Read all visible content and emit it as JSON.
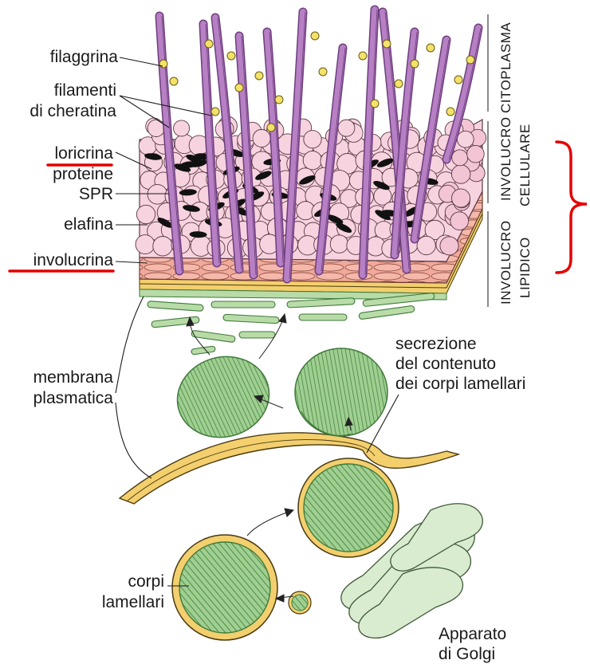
{
  "labels": {
    "filaggrina": "filaggrina",
    "filamenti_1": "filamenti",
    "filamenti_2": "di cheratina",
    "loricrina": "loricrina",
    "proteine_1": "proteine",
    "proteine_2": "SPR",
    "elafina": "elafina",
    "involucrina": "involucrina",
    "membrana_1": "membrana",
    "membrana_2": "plasmatica",
    "secrezione_1": "secrezione",
    "secrezione_2": "del contenuto",
    "secrezione_3": "dei corpi lamellari",
    "corpi_1": "corpi",
    "corpi_2": "lamellari",
    "apparato_1": "Apparato",
    "apparato_2": "di Golgi"
  },
  "side_labels": {
    "citoplasma": "CITOPLASMA",
    "involucro_cell_1": "INVOLUCRO",
    "involucro_cell_2": "CELLULARE",
    "involucro_lip_1": "INVOLUCRO",
    "involucro_lip_2": "LIPIDICO"
  },
  "colors": {
    "filament": "#b77fc4",
    "filament_dark": "#6d3f7d",
    "granule": "#f3e26a",
    "protein": "#f7d3df",
    "protein_edge": "#5a3a45",
    "oval": "#111111",
    "lipid_band": "#f0a99a",
    "membrane": "#f3cf6e",
    "lamellar": "#9fcf91",
    "lamellar_dark": "#3f7a3a",
    "golgi": "#d9ecd0",
    "highlight": "#e60000"
  },
  "icons": [
    "keratin-filament-icon",
    "lamellar-body-icon",
    "golgi-apparatus-icon"
  ]
}
